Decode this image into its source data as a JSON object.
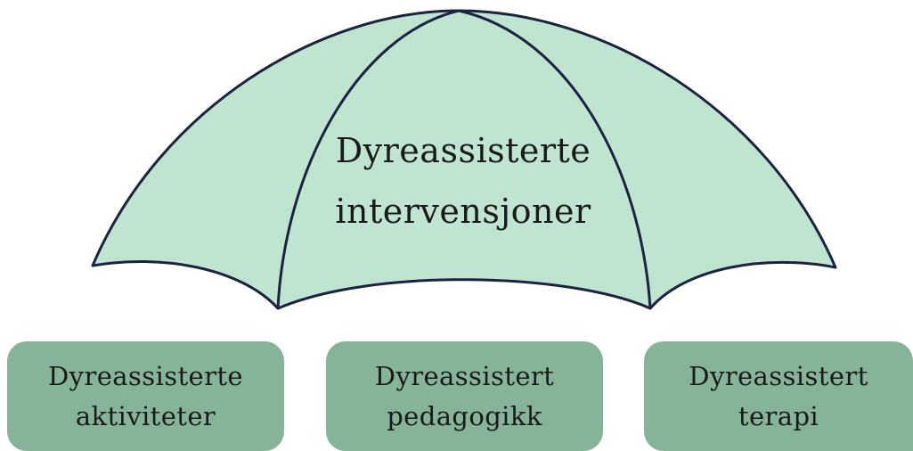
{
  "umbrella": {
    "title_line1": "Dyreassisterte",
    "title_line2": "intervensjoner"
  },
  "categories": [
    {
      "line1": "Dyreassisterte",
      "line2": "aktiviteter"
    },
    {
      "line1": "Dyreassistert",
      "line2": "pedagogikk"
    },
    {
      "line1": "Dyreassistert",
      "line2": "terapi"
    }
  ],
  "colors": {
    "canopy_fill": "#bfe5d1",
    "canopy_stroke": "#1c2340",
    "box_fill": "#86b498",
    "text": "#1a1a1a"
  }
}
